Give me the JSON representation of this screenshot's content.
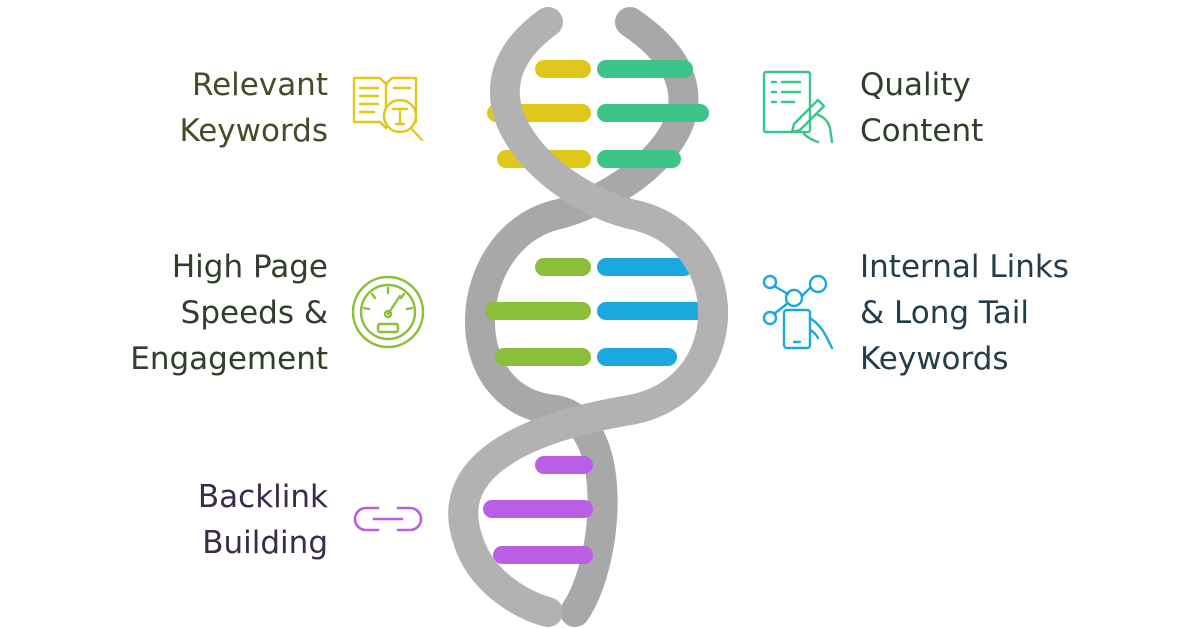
{
  "colors": {
    "strand": "#a8a8a8",
    "relevant_keywords": "#e0c81a",
    "quality_content": "#3cc489",
    "page_speed": "#8bbf3a",
    "internal_links": "#1ba8de",
    "backlink": "#bb5ee6",
    "text_dark": "#2b2b2b",
    "text_olive": "#4a4a2a",
    "text_green": "#2f3f2a",
    "text_teal": "#263c4a",
    "text_purple": "#3b2b4a"
  },
  "items": {
    "relevant_keywords": {
      "line1": "Relevant",
      "line2": "Keywords",
      "icon": "book-search-icon"
    },
    "quality_content": {
      "line1": "Quality",
      "line2": "Content",
      "icon": "document-writing-icon"
    },
    "page_speed": {
      "line1": "High Page",
      "line2": "Speeds &",
      "line3": "Engagement",
      "icon": "speedometer-icon"
    },
    "internal_links": {
      "line1": "Internal Links",
      "line2": "& Long Tail",
      "line3": "Keywords",
      "icon": "network-phone-icon"
    },
    "backlink": {
      "line1": "Backlink",
      "line2": "Building",
      "icon": "link-icon"
    }
  }
}
